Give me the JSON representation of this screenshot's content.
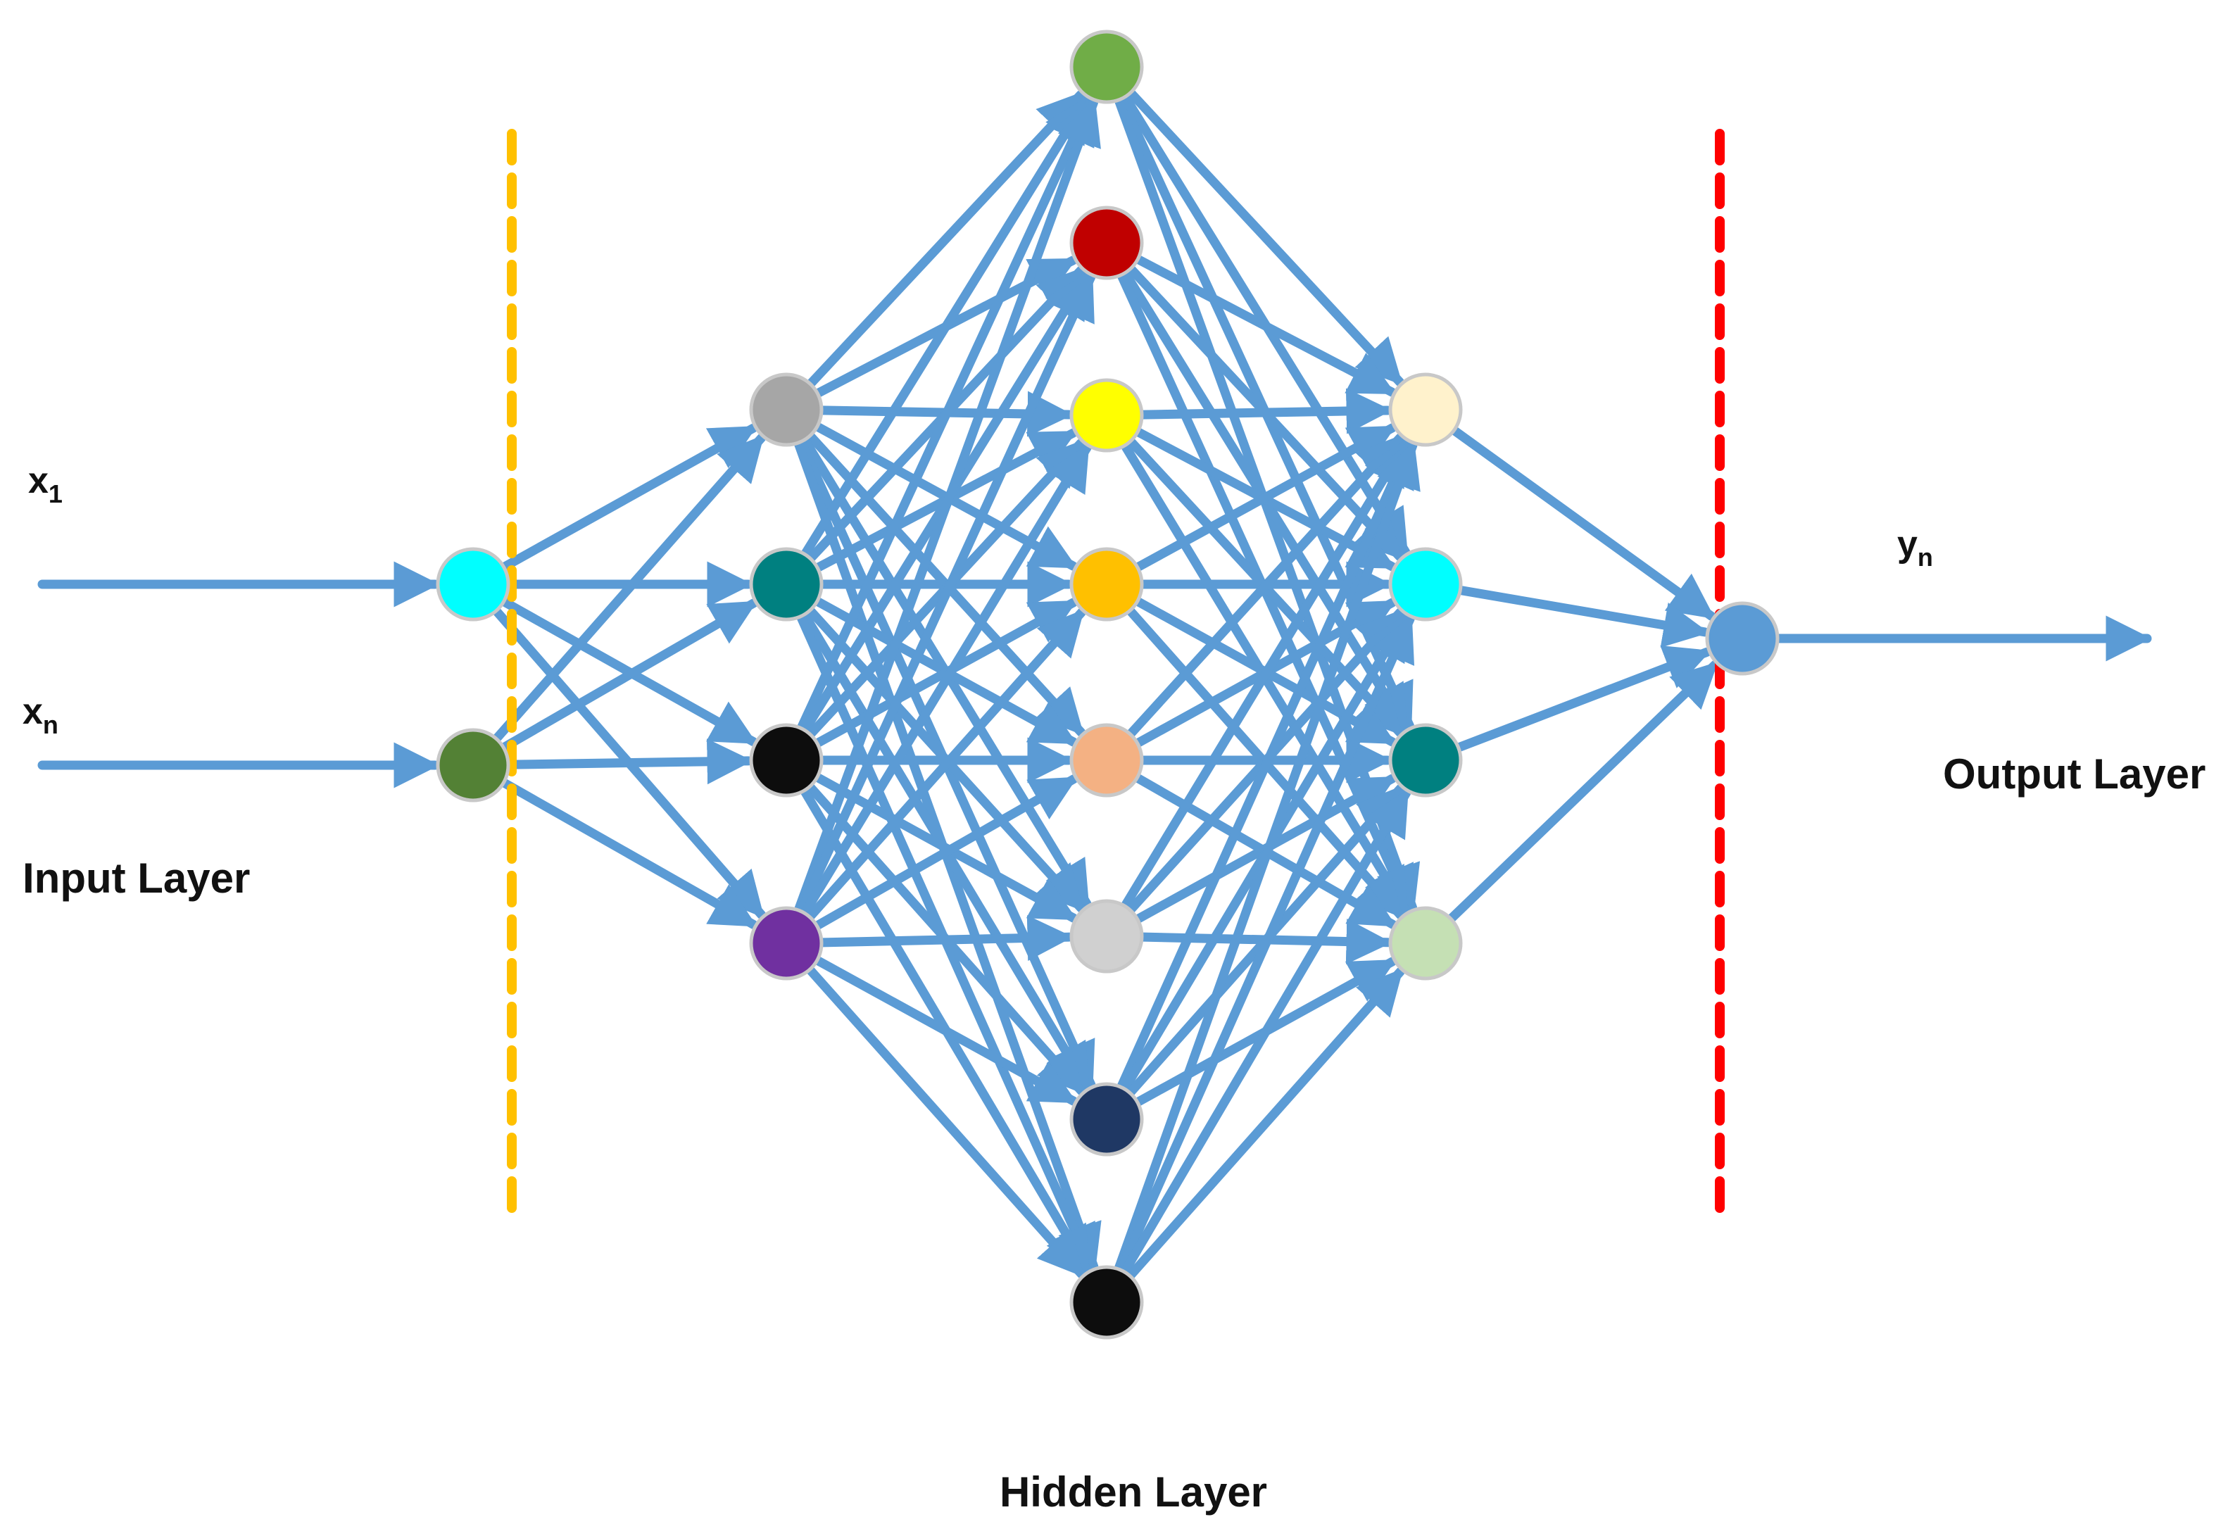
{
  "labels": {
    "x1": "x",
    "x1_sub": "1",
    "xn": "x",
    "xn_sub": "n",
    "yn": "y",
    "yn_sub": "n",
    "input_layer": "Input Layer",
    "hidden_layer": "Hidden Layer",
    "output_layer": "Output Layer"
  },
  "colors": {
    "edge": "#5b9bd5",
    "node_border": "#c8c8c8",
    "input_divider": "#ffc000",
    "output_divider": "#ff0000"
  },
  "layers": [
    {
      "name": "input",
      "nodes": [
        "#00ffff",
        "#538135"
      ]
    },
    {
      "name": "hidden-1",
      "nodes": [
        "#a6a6a6",
        "#008080",
        "#0d0d0d",
        "#7030a0"
      ]
    },
    {
      "name": "hidden-2",
      "nodes": [
        "#70ad47",
        "#c00000",
        "#ffff00",
        "#ffc000",
        "#f4b183",
        "#d0d0d0",
        "#1f3864",
        "#0d0d0d"
      ]
    },
    {
      "name": "hidden-3",
      "nodes": [
        "#fff2cc",
        "#00ffff",
        "#008080",
        "#c5e0b4"
      ]
    },
    {
      "name": "output",
      "nodes": [
        "#5b9bd5"
      ]
    }
  ]
}
